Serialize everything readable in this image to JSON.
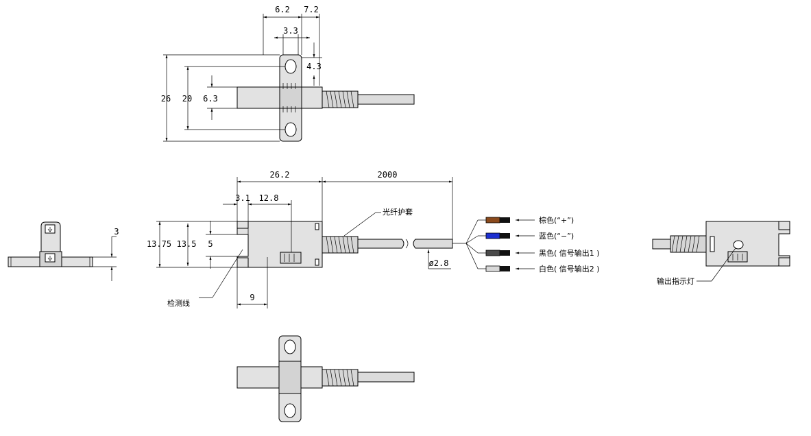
{
  "top_view": {
    "dims": [
      "6.2",
      "7.2",
      "3.3",
      "4.3",
      "26",
      "20",
      "6.3"
    ]
  },
  "front_view": {
    "dims": [
      "26.2",
      "2000",
      "3.1",
      "12.8",
      "13.75",
      "13.5",
      "5",
      "9",
      "ø2.8"
    ],
    "labels": {
      "fiber_sheath": "光纤护套",
      "detection_line": "检测线"
    }
  },
  "side_view": {
    "dim_thickness": "3"
  },
  "wires": [
    {
      "label": "棕色(“+”)",
      "color": "#8b4a1c"
    },
    {
      "label": "蓝色(“−”)",
      "color": "#1c2fd0"
    },
    {
      "label": "黑色( 信号输出1 )",
      "color": "#4a4a4a"
    },
    {
      "label": "白色( 信号输出2 )",
      "color": "#d8d8d8"
    }
  ],
  "rear_view": {
    "indicator_label": "输出指示灯"
  }
}
